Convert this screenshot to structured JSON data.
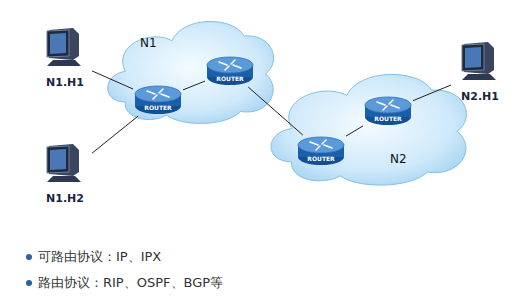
{
  "diagram": {
    "nodes": [
      {
        "text": [
          "N1"
        ]
      },
      {
        "text": [
          "ROUTER"
        ],
        "in": 0
      },
      {
        "text": [
          "ROUTER"
        ],
        "in": 0
      },
      {
        "text": [
          "N2"
        ]
      },
      {
        "text": [
          "ROUTER"
        ],
        "in": 3
      },
      {
        "text": [
          "ROUTER"
        ],
        "in": 3
      },
      {
        "text": [
          "N1.H1"
        ]
      },
      {
        "text": [
          "N1.H2"
        ]
      },
      {
        "text": [
          "N2.H1"
        ]
      }
    ],
    "edges": [
      {
        "from": 6,
        "to": 1,
        "arrow": "none"
      },
      {
        "from": 7,
        "to": 1,
        "arrow": "none"
      },
      {
        "from": 1,
        "to": 2,
        "arrow": "none"
      },
      {
        "from": 2,
        "to": 4,
        "arrow": "none"
      },
      {
        "from": 4,
        "to": 5,
        "arrow": "none"
      },
      {
        "from": 5,
        "to": 8,
        "arrow": "none"
      }
    ],
    "labels": [
      "可路由协议：IP、IPX",
      "路由协议：RIP、OSPF、BGP等"
    ]
  }
}
